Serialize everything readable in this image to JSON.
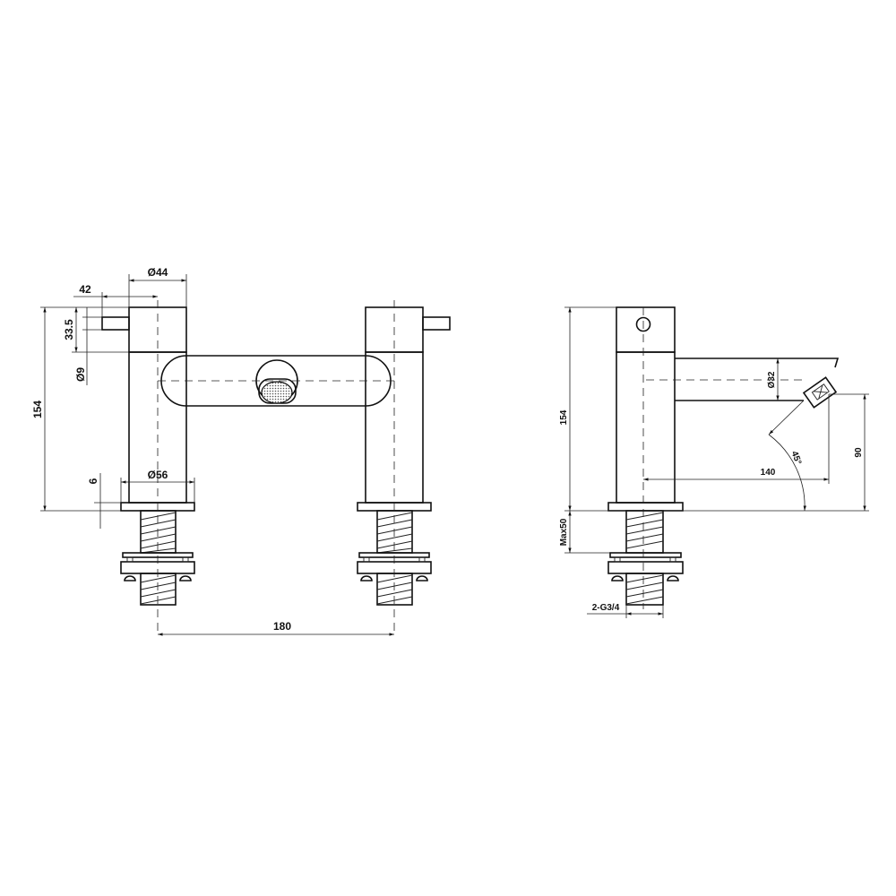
{
  "front_view": {
    "dimensions": {
      "body_diameter": "Ø44",
      "handle_length": "42",
      "height": "154",
      "handle_height": "33.5",
      "handle_diameter": "Ø9",
      "base_thickness": "6",
      "base_diameter": "Ø56",
      "centres": "180"
    }
  },
  "side_view": {
    "dimensions": {
      "height": "154",
      "spout_diameter": "Ø32",
      "spout_height": "90",
      "spout_reach": "140",
      "spout_angle": "45°",
      "max_deck_thickness": "Max50",
      "thread": "2-G3/4"
    }
  },
  "colors": {
    "line": "#111111",
    "background": "#ffffff"
  }
}
